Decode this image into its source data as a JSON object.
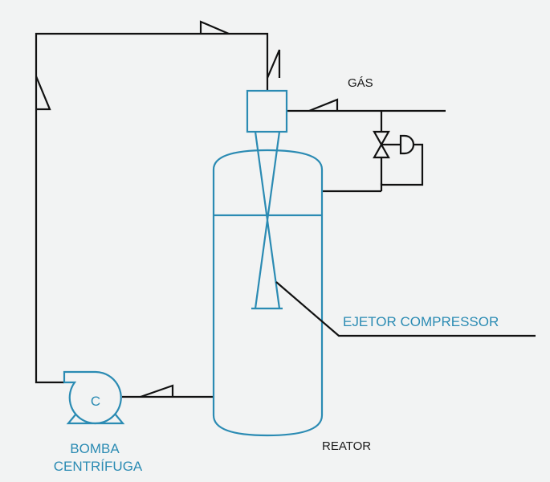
{
  "labels": {
    "gas": "GÁS",
    "ejector": "EJETOR COMPRESSOR",
    "pump_line1": "BOMBA",
    "pump_line2": "CENTRÍFUGA",
    "reactor": "REATOR",
    "pump_symbol": "C"
  },
  "colors": {
    "line": "#111111",
    "equipment": "#2b8bb3",
    "background": "#f2f3f3"
  }
}
